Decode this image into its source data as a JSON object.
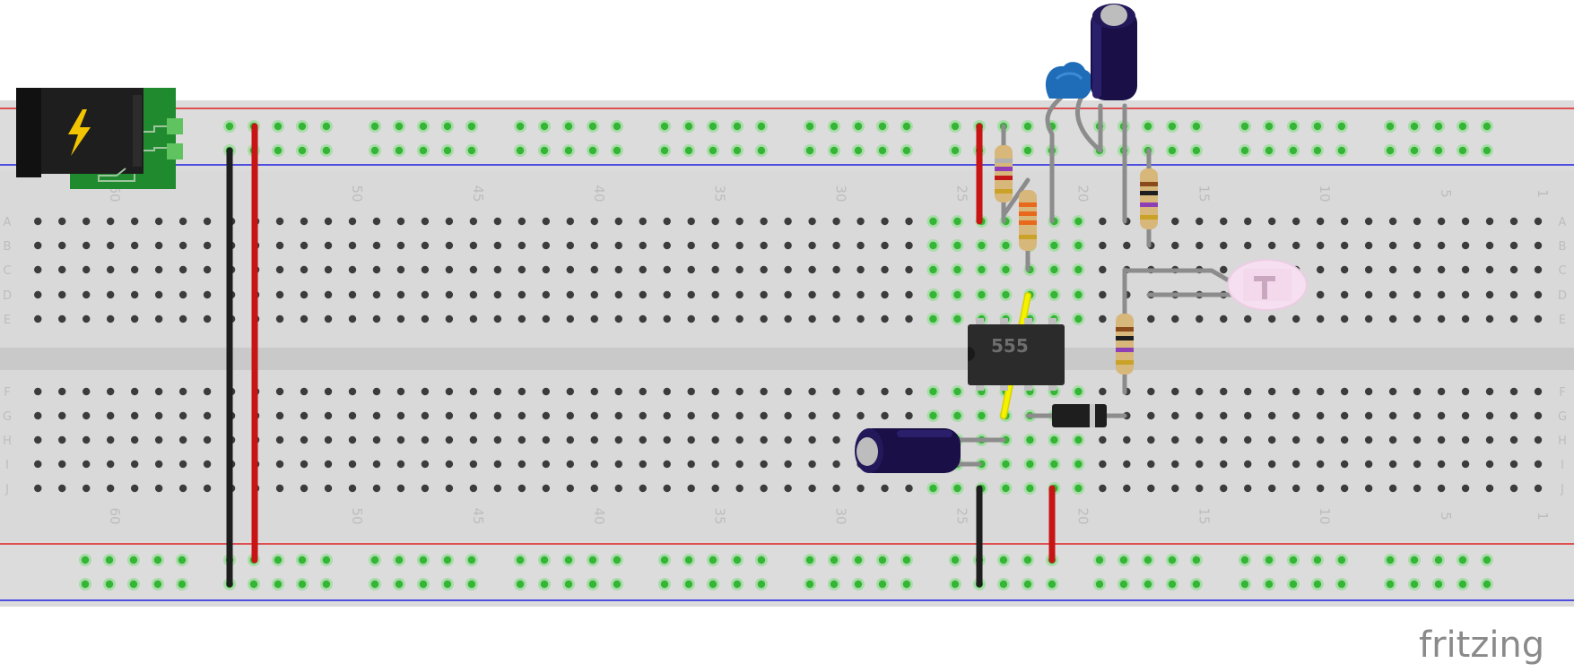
{
  "breadboard": {
    "row_letters_top": [
      "A",
      "B",
      "C",
      "D",
      "E"
    ],
    "row_letters_bottom": [
      "F",
      "G",
      "H",
      "I",
      "J"
    ],
    "column_numbers_top": [
      "60",
      "50",
      "45",
      "40",
      "35",
      "30",
      "25",
      "20",
      "15",
      "10",
      "5",
      "1"
    ],
    "column_numbers_bottom": [
      "60",
      "50",
      "45",
      "40",
      "35",
      "30",
      "25",
      "20",
      "15",
      "10",
      "5",
      "1"
    ],
    "hole_color": "#3c3c3c",
    "active_hole_color": "#35b535",
    "rail_red": "#e02020",
    "rail_blue": "#2020e0"
  },
  "chip": {
    "label": "555"
  },
  "wire_colors": {
    "red": "#c81414",
    "black": "#1e1e1e",
    "yellow": "#f0ef00",
    "grey": "#8c8c8c"
  },
  "components": [
    "dc-power-jack-icon",
    "ne555-timer-chip",
    "electrolytic-capacitor-large",
    "electrolytic-capacitor-small",
    "ceramic-capacitor",
    "resistor",
    "diode",
    "led"
  ],
  "watermark": {
    "text": "fritzing"
  }
}
